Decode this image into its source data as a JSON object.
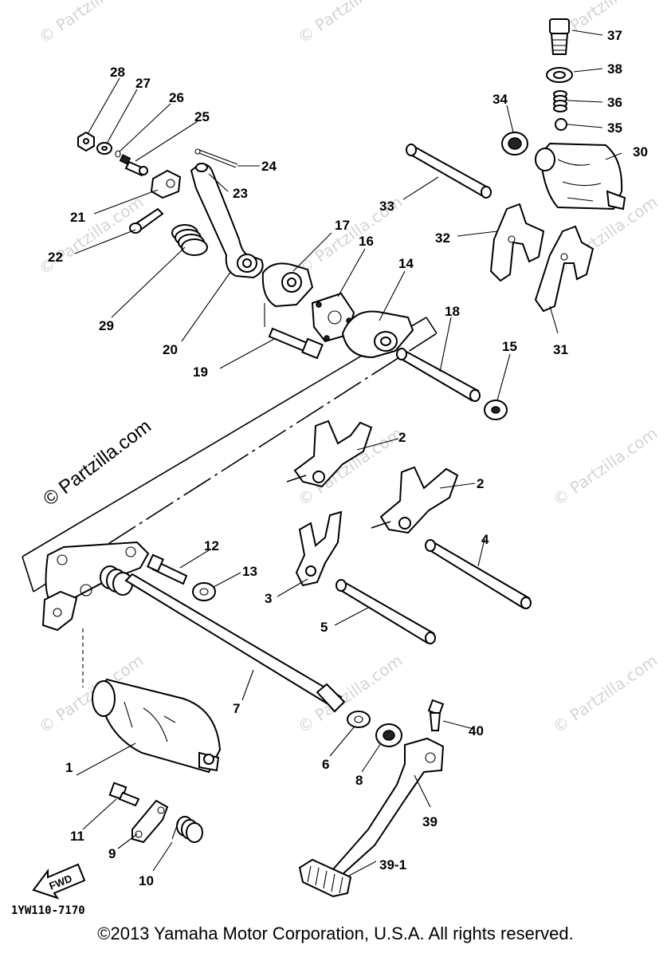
{
  "watermark": "© Partzilla.com",
  "diagram_code": "1YW110-7170",
  "direction_label": "FWD",
  "copyright": "©2013  Yamaha Motor Corporation, U.S.A. All rights reserved.",
  "callouts": [
    "1",
    "2",
    "2",
    "3",
    "4",
    "5",
    "6",
    "7",
    "8",
    "9",
    "10",
    "11",
    "12",
    "13",
    "14",
    "15",
    "16",
    "17",
    "18",
    "19",
    "20",
    "21",
    "22",
    "23",
    "24",
    "25",
    "26",
    "27",
    "28",
    "29",
    "30",
    "31",
    "32",
    "33",
    "34",
    "35",
    "36",
    "37",
    "38",
    "39",
    "39-1",
    "40"
  ]
}
